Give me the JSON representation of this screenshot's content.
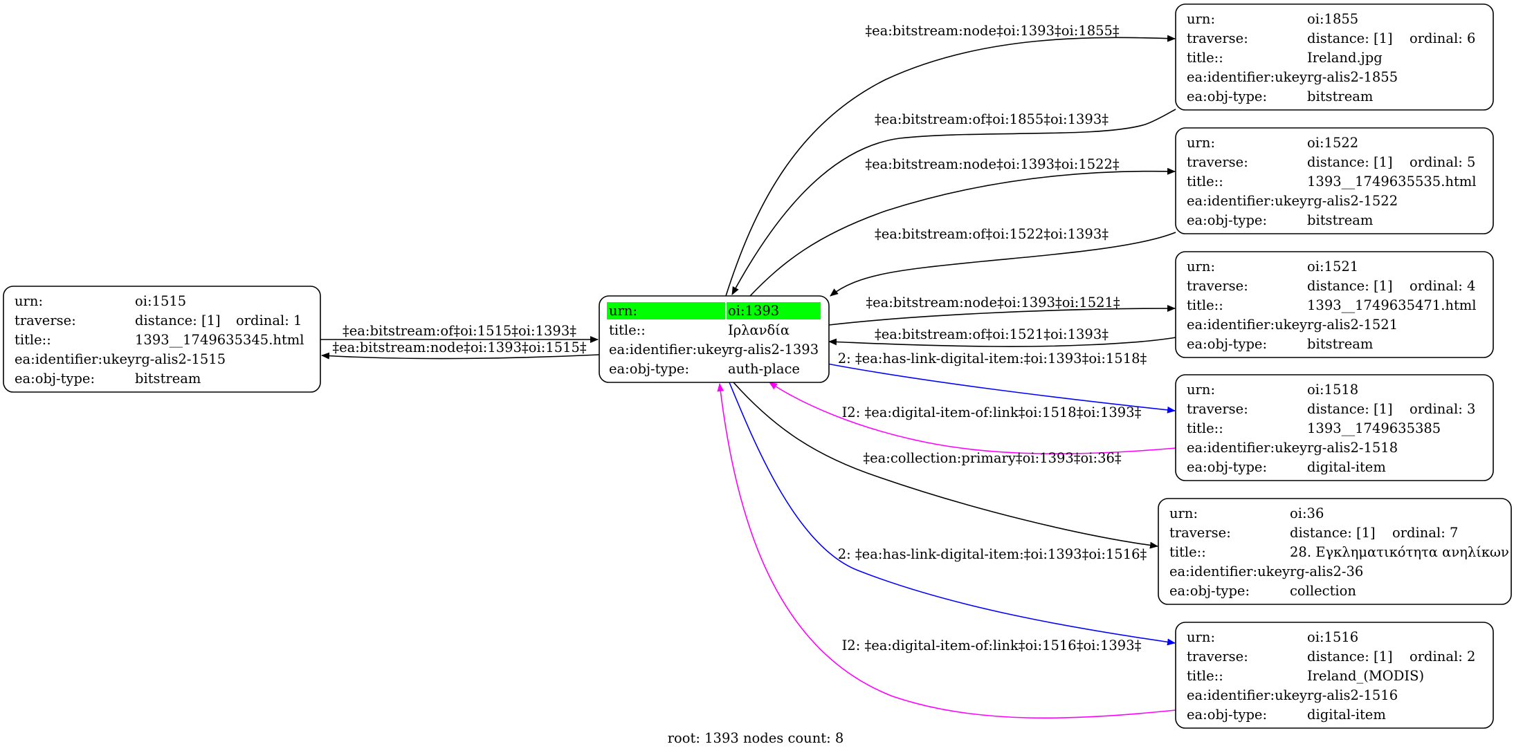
{
  "caption": "root: 1393 nodes count: 8",
  "colors": {
    "black": "#000000",
    "blue": "#0000ff",
    "magenta": "#ff00ff",
    "root_highlight": "#00ff00"
  },
  "nodes": [
    {
      "id": "n1515",
      "rows": [
        [
          "urn:",
          "oi:1515"
        ],
        [
          "traverse:",
          "distance: [1]",
          "ordinal: 1"
        ],
        [
          "title::",
          "1393__1749635345.html"
        ],
        [
          "ea:identifier:ukey",
          "rg-alis2-1515"
        ],
        [
          "ea:obj-type:",
          "bitstream"
        ]
      ]
    },
    {
      "id": "n1393",
      "root": true,
      "rows": [
        [
          "urn:",
          "oi:1393"
        ],
        [
          "title::",
          "Ιρλανδία"
        ],
        [
          "ea:identifier:ukey",
          "rg-alis2-1393"
        ],
        [
          "ea:obj-type:",
          "auth-place"
        ]
      ]
    },
    {
      "id": "n1855",
      "rows": [
        [
          "urn:",
          "oi:1855"
        ],
        [
          "traverse:",
          "distance: [1]",
          "ordinal: 6"
        ],
        [
          "title::",
          "Ireland.jpg"
        ],
        [
          "ea:identifier:ukey",
          "rg-alis2-1855"
        ],
        [
          "ea:obj-type:",
          "bitstream"
        ]
      ]
    },
    {
      "id": "n1522",
      "rows": [
        [
          "urn:",
          "oi:1522"
        ],
        [
          "traverse:",
          "distance: [1]",
          "ordinal: 5"
        ],
        [
          "title::",
          "1393__1749635535.html"
        ],
        [
          "ea:identifier:ukey",
          "rg-alis2-1522"
        ],
        [
          "ea:obj-type:",
          "bitstream"
        ]
      ]
    },
    {
      "id": "n1521",
      "rows": [
        [
          "urn:",
          "oi:1521"
        ],
        [
          "traverse:",
          "distance: [1]",
          "ordinal: 4"
        ],
        [
          "title::",
          "1393__1749635471.html"
        ],
        [
          "ea:identifier:ukey",
          "rg-alis2-1521"
        ],
        [
          "ea:obj-type:",
          "bitstream"
        ]
      ]
    },
    {
      "id": "n1518",
      "rows": [
        [
          "urn:",
          "oi:1518"
        ],
        [
          "traverse:",
          "distance: [1]",
          "ordinal: 3"
        ],
        [
          "title::",
          "1393__1749635385"
        ],
        [
          "ea:identifier:ukey",
          "rg-alis2-1518"
        ],
        [
          "ea:obj-type:",
          "digital-item"
        ]
      ]
    },
    {
      "id": "n36",
      "rows": [
        [
          "urn:",
          "oi:36"
        ],
        [
          "traverse:",
          "distance: [1]",
          "ordinal: 7"
        ],
        [
          "title::",
          "28. Εγκληματικότητα ανηλίκων"
        ],
        [
          "ea:identifier:ukey",
          "rg-alis2-36"
        ],
        [
          "ea:obj-type:",
          "collection"
        ]
      ]
    },
    {
      "id": "n1516",
      "rows": [
        [
          "urn:",
          "oi:1516"
        ],
        [
          "traverse:",
          "distance: [1]",
          "ordinal: 2"
        ],
        [
          "title::",
          "Ireland_(MODIS)"
        ],
        [
          "ea:identifier:ukey",
          "rg-alis2-1516"
        ],
        [
          "ea:obj-type:",
          "digital-item"
        ]
      ]
    }
  ],
  "edges": [
    {
      "id": "e1",
      "label": "‡ea:bitstream:node‡oi:1393‡oi:1855‡",
      "color": "black"
    },
    {
      "id": "e2",
      "label": "‡ea:bitstream:of‡oi:1855‡oi:1393‡",
      "color": "black"
    },
    {
      "id": "e3",
      "label": "‡ea:bitstream:node‡oi:1393‡oi:1522‡",
      "color": "black"
    },
    {
      "id": "e4",
      "label": "‡ea:bitstream:of‡oi:1522‡oi:1393‡",
      "color": "black"
    },
    {
      "id": "e5",
      "label": "‡ea:bitstream:node‡oi:1393‡oi:1521‡",
      "color": "black"
    },
    {
      "id": "e6",
      "label": "‡ea:bitstream:of‡oi:1521‡oi:1393‡",
      "color": "black"
    },
    {
      "id": "e7",
      "label": "2: ‡ea:has-link-digital-item:‡oi:1393‡oi:1518‡",
      "color": "blue"
    },
    {
      "id": "e8",
      "label": "I2: ‡ea:digital-item-of:link‡oi:1518‡oi:1393‡",
      "color": "magenta"
    },
    {
      "id": "e9",
      "label": "‡ea:collection:primary‡oi:1393‡oi:36‡",
      "color": "black"
    },
    {
      "id": "e10",
      "label": "2: ‡ea:has-link-digital-item:‡oi:1393‡oi:1516‡",
      "color": "blue"
    },
    {
      "id": "e11",
      "label": "I2: ‡ea:digital-item-of:link‡oi:1516‡oi:1393‡",
      "color": "magenta"
    },
    {
      "id": "e12",
      "label": "‡ea:bitstream:of‡oi:1515‡oi:1393‡",
      "color": "black"
    },
    {
      "id": "e13",
      "label": "‡ea:bitstream:node‡oi:1393‡oi:1515‡",
      "color": "black"
    }
  ]
}
